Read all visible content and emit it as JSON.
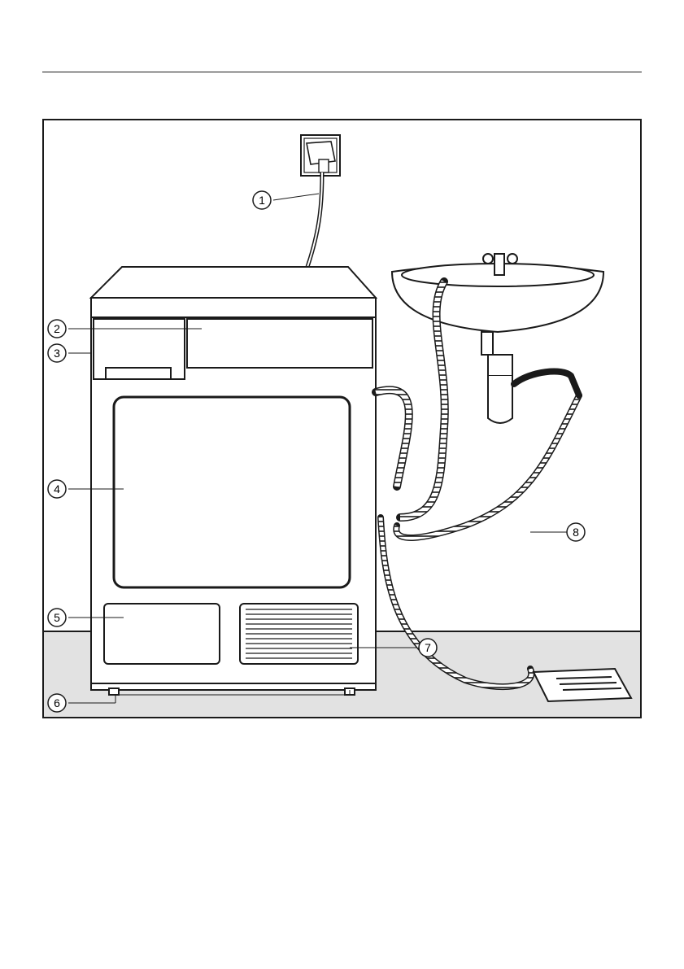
{
  "colors": {
    "line": "#1a1a1a",
    "floor": "#e2e2e2",
    "background": "#ffffff"
  },
  "callouts": [
    {
      "label": "1",
      "target": "power-plug-and-cable"
    },
    {
      "label": "2",
      "target": "control-panel"
    },
    {
      "label": "3",
      "target": "drawer-handle"
    },
    {
      "label": "4",
      "target": "door"
    },
    {
      "label": "5",
      "target": "service-flap"
    },
    {
      "label": "6",
      "target": "adjustable-feet"
    },
    {
      "label": "7",
      "target": "air-intake-grille"
    },
    {
      "label": "8",
      "target": "drain-hose"
    }
  ]
}
